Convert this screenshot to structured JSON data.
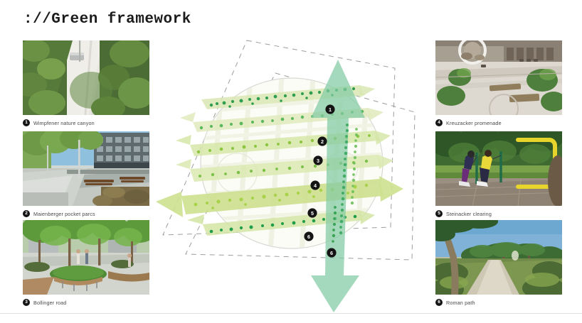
{
  "header": {
    "title": "://Green framework"
  },
  "left_column": [
    {
      "badge": "1",
      "caption": "Wimpfener nature canyon",
      "photo": "aerial-path-vegetation"
    },
    {
      "badge": "2",
      "caption": "Maienberger pocket parcs",
      "photo": "street-buildings-benches"
    },
    {
      "badge": "3",
      "caption": "Bollinger road",
      "photo": "plaza-trees-round-benches"
    }
  ],
  "right_column": [
    {
      "badge": "4",
      "caption": "Kreuzacker promenade",
      "photo": "aerial-plaza-circle"
    },
    {
      "badge": "5",
      "caption": "Steinacker clearing",
      "photo": "park-fitness-yellow-frame"
    },
    {
      "badge": "6",
      "caption": "Roman path",
      "photo": "pine-tree-gravel-path"
    }
  ],
  "diagram": {
    "name": "green-framework-axonometric-diagram",
    "boundary": "dashed-site-perimeter",
    "masterplan_area": "circular-masterplan-outline",
    "vertical_axis": "north-south-green-axis-arrow",
    "markers": [
      "1",
      "2",
      "3",
      "4",
      "5",
      "6"
    ],
    "corridors": [
      {
        "id": "corridor-1",
        "label": "1"
      },
      {
        "id": "corridor-2",
        "label": "2"
      },
      {
        "id": "corridor-3",
        "label": "3"
      },
      {
        "id": "corridor-4",
        "label": "4"
      },
      {
        "id": "corridor-5",
        "label": "5"
      },
      {
        "id": "corridor-6",
        "label": "6"
      }
    ]
  },
  "colors": {
    "title": "#1b1b1b",
    "badge": "#141414",
    "caption": "#4a4a4a",
    "axis_green": "#82caa4",
    "corridor_light": "#e4eeca",
    "corridor_mid": "#cfe39a",
    "corridor_strong": "#bcd977",
    "tree_dark": "#2f9e4f",
    "tree_mid": "#7cc24a",
    "boundary_dash": "#8c8c8c",
    "rule": "#e3e3e3"
  }
}
